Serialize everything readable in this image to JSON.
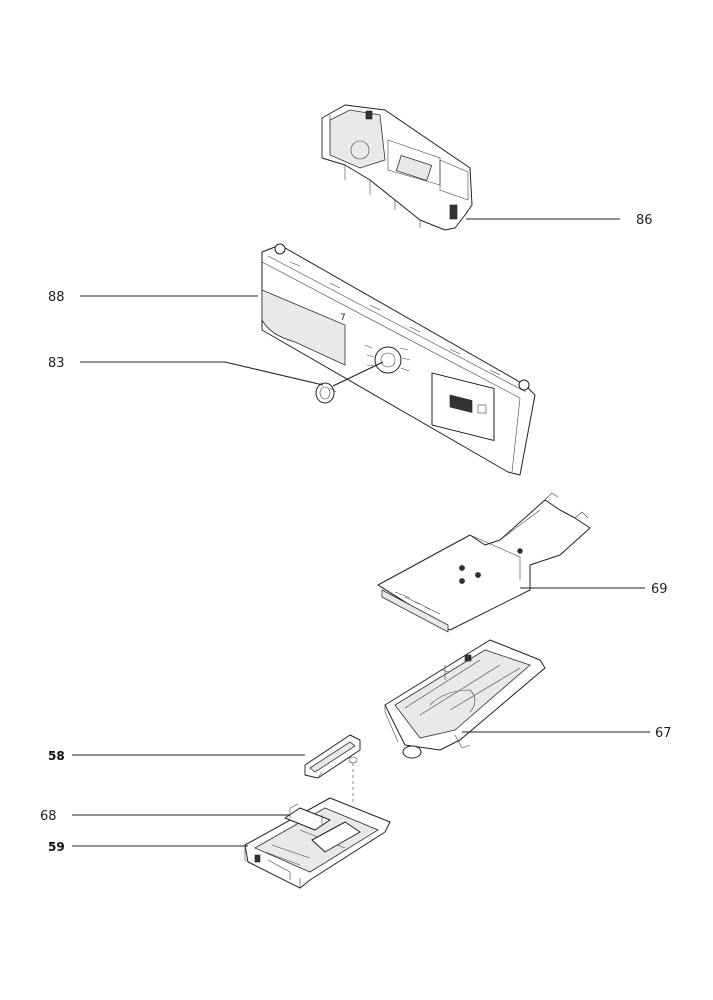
{
  "callouts": [
    {
      "id": "86",
      "label": "86"
    },
    {
      "id": "88",
      "label": "88"
    },
    {
      "id": "83",
      "label": "83"
    },
    {
      "id": "69",
      "label": "69"
    },
    {
      "id": "67",
      "label": "67"
    },
    {
      "id": "58",
      "label": "58"
    },
    {
      "id": "68",
      "label": "68"
    },
    {
      "id": "59",
      "label": "59"
    }
  ],
  "panel_marking": "7"
}
